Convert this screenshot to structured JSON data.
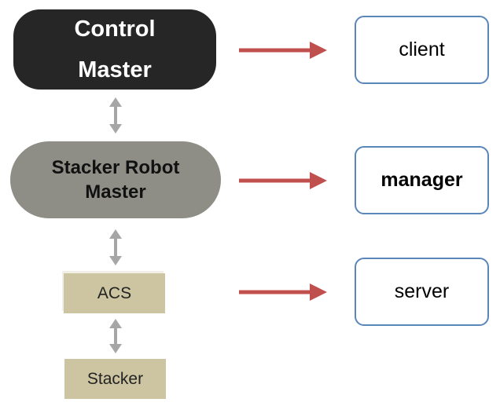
{
  "nodes": {
    "control_master": {
      "lines": [
        "Control",
        "Master"
      ]
    },
    "stacker_robot_master": {
      "lines": [
        "Stacker Robot",
        "Master"
      ]
    },
    "acs": {
      "label": "ACS"
    },
    "stacker": {
      "label": "Stacker"
    }
  },
  "roles": {
    "client": {
      "label": "client"
    },
    "manager": {
      "label": "manager"
    },
    "server": {
      "label": "server"
    }
  },
  "colors": {
    "arrow_red": "#c0504d",
    "double_arrow_gray": "#a6a6a6",
    "role_border_blue": "#5b86ba",
    "control_fill": "#262626",
    "stacker_robot_fill": "#8e8e87",
    "tan_fill": "#cdc5a1"
  }
}
